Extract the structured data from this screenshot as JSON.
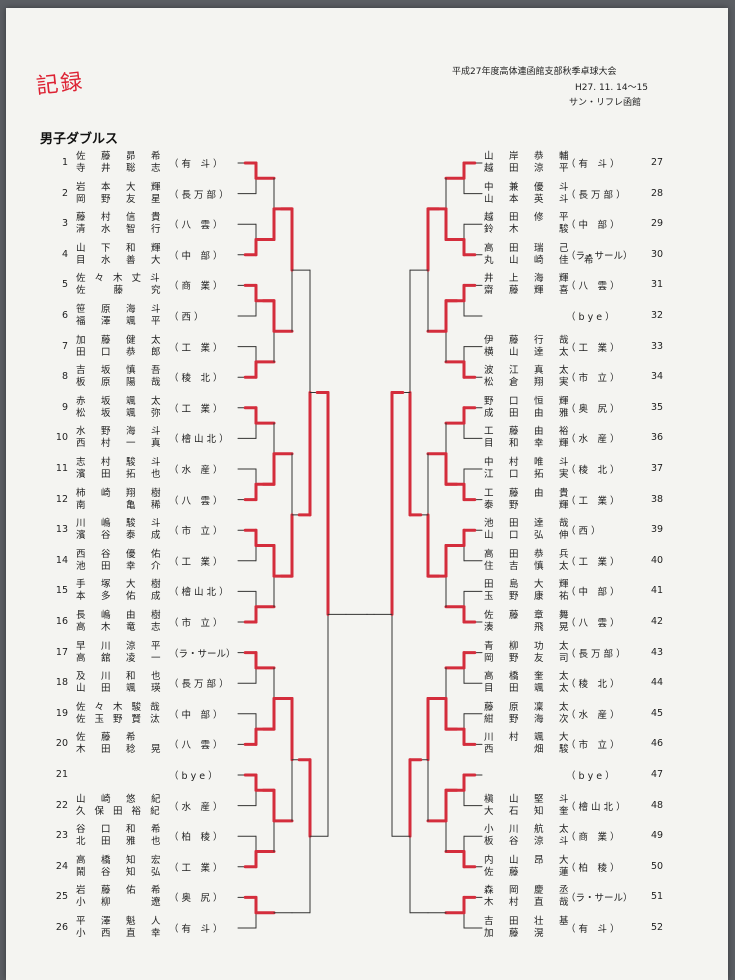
{
  "header": {
    "tournament": "平成27年度高体連函館支部秋季卓球大会",
    "date": "H27. 11. 14～15",
    "venue": "サン・リフレ函館",
    "handwritten_note": "記録"
  },
  "event_title": "男子ダブルス",
  "bracket_color": "#d42d3c",
  "left": [
    {
      "no": "1",
      "p1": "佐　藤　昴　希",
      "p2": "寺　井　聡　志",
      "school": "（ 有　斗 ）"
    },
    {
      "no": "2",
      "p1": "岩　本　大　輝",
      "p2": "岡　野　友　星",
      "school": "（ 長 万 部 ）"
    },
    {
      "no": "3",
      "p1": "藤　村　信　貴",
      "p2": "清　水　智　行",
      "school": "（ 八　雲 ）"
    },
    {
      "no": "4",
      "p1": "山　下　和　輝",
      "p2": "目　水　善　大",
      "school": "（ 中　部 ）"
    },
    {
      "no": "5",
      "p1": "佐 々 木 丈 斗",
      "p2": "佐　　藤　　究",
      "school": "（ 商　業 ）"
    },
    {
      "no": "6",
      "p1": "笹　原　海　斗",
      "p2": "福　澤　颯　平",
      "school": "（ 西 ）"
    },
    {
      "no": "7",
      "p1": "加　藤　健　太",
      "p2": "田　口　恭　郎",
      "school": "（ 工　業 ）"
    },
    {
      "no": "8",
      "p1": "吉　坂　慎　吾",
      "p2": "板　原　陽　哉",
      "school": "（ 稜　北 ）"
    },
    {
      "no": "9",
      "p1": "赤　坂　颯　太",
      "p2": "松　坂　颯　弥",
      "school": "（ 工　業 ）"
    },
    {
      "no": "10",
      "p1": "水　野　海　斗",
      "p2": "西　村　一　真",
      "school": "（ 檜 山 北 ）"
    },
    {
      "no": "11",
      "p1": "志　村　駿　斗",
      "p2": "濱　田　拓　也",
      "school": "（ 水　産 ）"
    },
    {
      "no": "12",
      "p1": "柿　崎　翔　樹",
      "p2": "南　　　亀　稀",
      "school": "（ 八　雲 ）"
    },
    {
      "no": "13",
      "p1": "川　嶋　駿　斗",
      "p2": "濱　谷　泰　成",
      "school": "（ 市　立 ）"
    },
    {
      "no": "14",
      "p1": "西　谷　優　佑",
      "p2": "池　田　幸　介",
      "school": "（ 工　業 ）"
    },
    {
      "no": "15",
      "p1": "手　塚　大　樹",
      "p2": "本　多　佑　成",
      "school": "（ 檜 山 北 ）"
    },
    {
      "no": "16",
      "p1": "長　嶋　由　樹",
      "p2": "高　木　竜　志",
      "school": "（ 市　立 ）"
    },
    {
      "no": "17",
      "p1": "早　川　涼　平",
      "p2": "高　舘　凌　一",
      "school": "（ラ・サール）"
    },
    {
      "no": "18",
      "p1": "及　川　和　也",
      "p2": "山　田　颯　瑛",
      "school": "（ 長 万 部 ）"
    },
    {
      "no": "19",
      "p1": "佐 々 木 駿 哉",
      "p2": "佐 玉 野 賢 汰",
      "school": "（ 中　部 ）"
    },
    {
      "no": "20",
      "p1": "佐　藤　希",
      "p2": "木　田　稔　晃",
      "school": "（ 八　雲 ）"
    },
    {
      "no": "21",
      "p1": "",
      "p2": "",
      "school": "（ b y e ）"
    },
    {
      "no": "22",
      "p1": "山　崎　悠　紀",
      "p2": "久 保 田 裕 紀",
      "school": "（ 水　産 ）"
    },
    {
      "no": "23",
      "p1": "谷　口　和　希",
      "p2": "北　田　雅　也",
      "school": "（ 柏　稜 ）"
    },
    {
      "no": "24",
      "p1": "高　橋　知　宏",
      "p2": "鬧　谷　知　弘",
      "school": "（ 工　業 ）"
    },
    {
      "no": "25",
      "p1": "岩　藤　佑　希",
      "p2": "小　柳　　　遼",
      "school": "（ 奥　尻 ）"
    },
    {
      "no": "26",
      "p1": "平　澤　魁　人",
      "p2": "小　西　直　幸",
      "school": "（ 有　斗 ）"
    }
  ],
  "right": [
    {
      "no": "27",
      "p1": "山　岸　恭　輔",
      "p2": "越　田　涼　平",
      "school": "（ 有　斗 ）"
    },
    {
      "no": "28",
      "p1": "中　兼　優　斗",
      "p2": "山　本　英　斗",
      "school": "（ 長 万 部 ）"
    },
    {
      "no": "29",
      "p1": "越　田　修　平",
      "p2": "鈴　木　　　駿",
      "school": "（ 中　部 ）"
    },
    {
      "no": "30",
      "p1": "高　田　瑞　己",
      "p2": "丸　山　崎　佳　希",
      "school": "（ラ・サール）"
    },
    {
      "no": "31",
      "p1": "井　上　海　輝",
      "p2": "齋　藤　輝　喜",
      "school": "（ 八　雲 ）"
    },
    {
      "no": "32",
      "p1": "",
      "p2": "",
      "school": "（ b y e ）"
    },
    {
      "no": "33",
      "p1": "伊　藤　行　哉",
      "p2": "横　山　達　太",
      "school": "（ 工　業 ）"
    },
    {
      "no": "34",
      "p1": "波　江　真　太",
      "p2": "松　倉　翔　実",
      "school": "（ 市　立 ）"
    },
    {
      "no": "35",
      "p1": "野　口　恒　輝",
      "p2": "成　田　由　雅",
      "school": "（ 奥　尻 ）"
    },
    {
      "no": "36",
      "p1": "工　藤　由　裕",
      "p2": "目　和　幸　輝",
      "school": "（ 水　産 ）"
    },
    {
      "no": "37",
      "p1": "中　村　唯　斗",
      "p2": "江　口　拓　実",
      "school": "（ 稜　北 ）"
    },
    {
      "no": "38",
      "p1": "工　藤　由　貴",
      "p2": "泰　野　　　輝",
      "school": "（ 工　業 ）"
    },
    {
      "no": "39",
      "p1": "池　田　達　哉",
      "p2": "山　口　弘　伸",
      "school": "（ 西 ）"
    },
    {
      "no": "40",
      "p1": "高　田　恭　兵",
      "p2": "住　吉　慎　太",
      "school": "（ 工　業 ）"
    },
    {
      "no": "41",
      "p1": "田　島　大　輝",
      "p2": "玉　野　康　祐",
      "school": "（ 中　部 ）"
    },
    {
      "no": "42",
      "p1": "佐　藤　章　舞",
      "p2": "湊　　　飛　晃",
      "school": "（ 八　雲 ）"
    },
    {
      "no": "43",
      "p1": "青　柳　功　太",
      "p2": "岡　野　友　司",
      "school": "（ 長 万 部 ）"
    },
    {
      "no": "44",
      "p1": "高　橋　奎　太",
      "p2": "目　田　颯　太",
      "school": "（ 稜　北 ）"
    },
    {
      "no": "45",
      "p1": "藤　原　凜　太",
      "p2": "紺　野　海　次",
      "school": "（ 水　産 ）"
    },
    {
      "no": "46",
      "p1": "川　村　颯　大",
      "p2": "西　　　畑　駿",
      "school": "（ 市　立 ）"
    },
    {
      "no": "47",
      "p1": "",
      "p2": "",
      "school": "（ b y e ）"
    },
    {
      "no": "48",
      "p1": "槇　山　堅　斗",
      "p2": "大　石　知　奎",
      "school": "（ 檜 山 北 ）"
    },
    {
      "no": "49",
      "p1": "小　川　航　太",
      "p2": "板　谷　涼　斗",
      "school": "（ 商　業 ）"
    },
    {
      "no": "50",
      "p1": "内　山　昂　大",
      "p2": "佐　藤　　　蓮",
      "school": "（ 柏　稜 ）"
    },
    {
      "no": "51",
      "p1": "森　岡　慶　丞",
      "p2": "木　村　直　哉",
      "school": "（ラ・サール）"
    },
    {
      "no": "52",
      "p1": "吉　田　壮　基",
      "p2": "加　藤　滉　",
      "school": "（ 有　斗 ）"
    }
  ]
}
